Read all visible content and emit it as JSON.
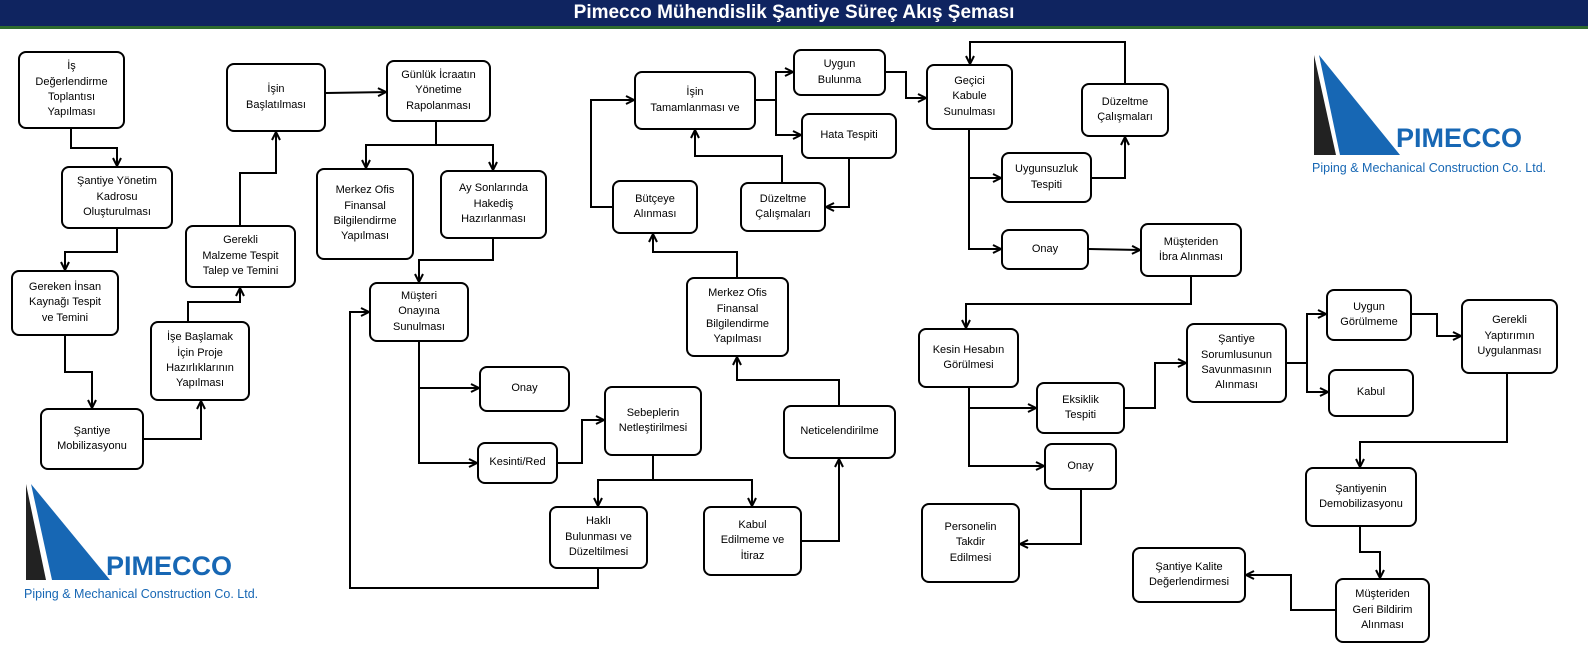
{
  "title": "Pimecco Mühendislik Şantiye Süreç Akış Şeması",
  "brand": {
    "name": "PIMECCO",
    "tagline": "Piping & Mechanical Construction Co. Ltd.",
    "color_blue": "#1767b4",
    "color_dark": "#222222"
  },
  "colors": {
    "header_bg": "#0f2460",
    "header_rule": "#2e6b2e"
  },
  "nodes": {
    "n1": "İş\nDeğerlendirme\nToplantısı\nYapılması",
    "n2": "Şantiye Yönetim\nKadrosu\nOluşturulması",
    "n3": "Gereken İnsan\nKaynağı Tespit\nve Temini",
    "n4": "Şantiye\nMobilizasyonu",
    "n5": "İşe Başlamak\nİçin Proje\nHazırlıklarının\nYapılması",
    "n6": "Gerekli\nMalzeme Tespit\nTalep ve Temini",
    "n7": "İşin\nBaşlatılması",
    "n8": "Günlük İcraatın\nYönetime\nRapolanması",
    "n9": "Merkez Ofis\nFinansal\nBilgilendirme\nYapılması",
    "n10": "Ay Sonlarında\nHakediş\nHazırlanması",
    "n11": "Müşteri\nOnayına\nSunulması",
    "n12": "Onay",
    "n13": "Kesinti/Red",
    "n14": "Sebeplerin\nNetleştirilmesi",
    "n15": "Haklı\nBulunması ve\nDüzeltilmesi",
    "n16": "Kabul\nEdilmeme ve\nİtiraz",
    "n17": "Neticelendirilme",
    "n18": "Merkez Ofis\nFinansal\nBilgilendirme\nYapılması",
    "n19": "Bütçeye\nAlınması",
    "n20": "İşin\nTamamlanması ve",
    "n21": "Uygun\nBulunma",
    "n22": "Hata Tespiti",
    "n23": "Düzeltme\nÇalışmaları",
    "n24": "Geçici\nKabule\nSunulması",
    "n25": "Düzeltme\nÇalışmaları",
    "n26": "Uygunsuzluk\nTespiti",
    "n27": "Onay",
    "n28": "Müşteriden\nİbra Alınması",
    "n29": "Kesin Hesabın\nGörülmesi",
    "n30": "Eksiklik\nTespiti",
    "n31": "Onay",
    "n32": "Personelin\nTakdir\nEdilmesi",
    "n33": "Şantiye\nSorumlusunun\nSavunmasının\nAlınması",
    "n34": "Uygun\nGörülmeme",
    "n35": "Kabul",
    "n36": "Gerekli\nYaptırımın\nUygulanması",
    "n37": "Şantiyenin\nDemobilizasyonu",
    "n38": "Müşteriden\nGeri Bildirim\nAlınması",
    "n39": "Şantiye Kalite\nDeğerlendirmesi"
  }
}
